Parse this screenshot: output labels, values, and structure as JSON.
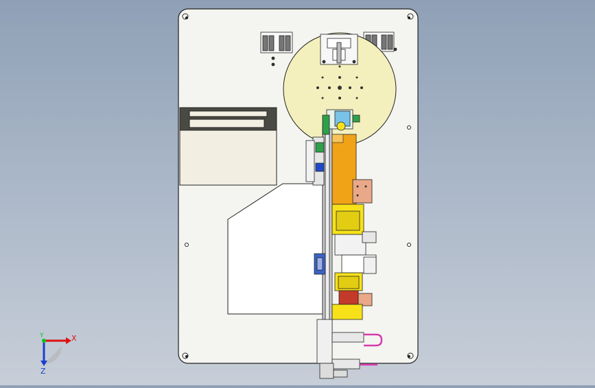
{
  "viewport": {
    "background_top": "#8fa0b6",
    "background_bottom": "#c7ced8"
  },
  "triad": {
    "x_label": "X",
    "y_label": "Y",
    "z_label": "Z",
    "x_color": "#e01010",
    "y_color": "#10c020",
    "z_color": "#1b3fd0"
  },
  "colors": {
    "plate": "#f4f4f0",
    "edge": "#202020",
    "disk": "#f3f0bd",
    "yellow_part": "#f2bf25",
    "orange_part": "#f1a317",
    "bright_yellow": "#f7e21a",
    "copper": "#e9a887",
    "pink_tube": "#d63cb0",
    "green_part": "#2fa04a",
    "blue_part": "#1e49c8",
    "khaki_box": "#f3eee2",
    "dark_slot": "#4a4a44"
  }
}
